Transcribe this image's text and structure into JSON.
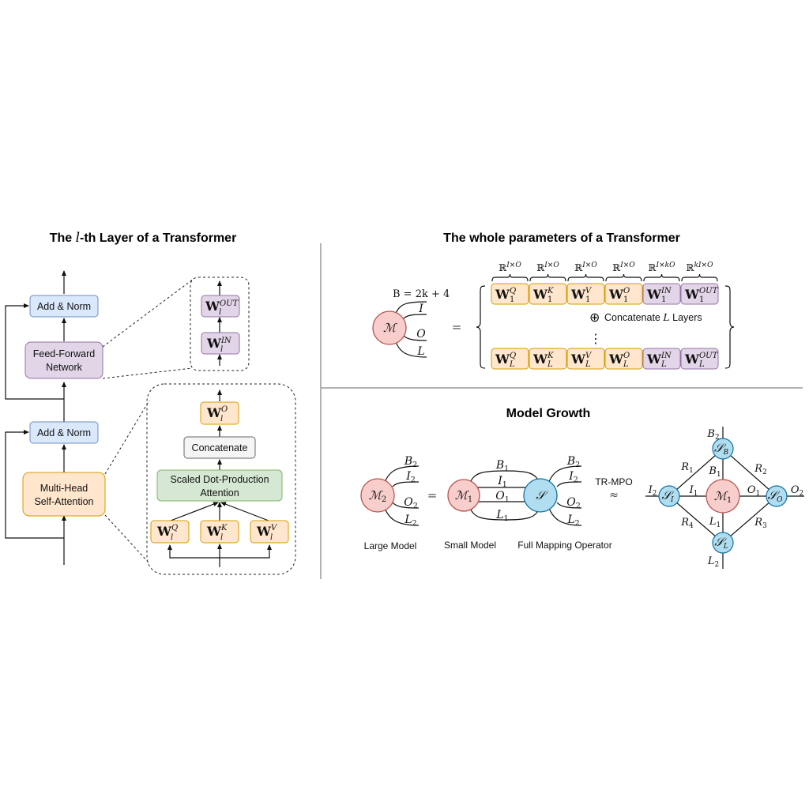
{
  "colors": {
    "blue_fill": "#dae8fc",
    "blue_stroke": "#6c8ebf",
    "purple_fill": "#e1d5e7",
    "purple_stroke": "#9673a6",
    "orange_fill": "#ffe6cc",
    "orange_stroke": "#d79b00",
    "green_fill": "#d5e8d4",
    "green_stroke": "#82b366",
    "gray_fill": "#f5f5f5",
    "gray_stroke": "#666666",
    "red_fill": "#f8cecc",
    "red_stroke": "#b85450",
    "cyan_fill": "#b1ddf0",
    "cyan_stroke": "#10739e",
    "divider": "#999999"
  },
  "left_panel": {
    "title_pre": "The ",
    "title_var": "l",
    "title_post": "-th Layer of a Transformer",
    "add_norm_top": "Add & Norm",
    "ffn_line1": "Feed-Forward",
    "ffn_line2": "Network",
    "add_norm_bottom": "Add & Norm",
    "mhsa_line1": "Multi-Head",
    "mhsa_line2": "Self-Attention",
    "ffn_zoom": {
      "w_out": {
        "base": "W",
        "sup": "OUT",
        "sub": "l"
      },
      "w_in": {
        "base": "W",
        "sup": "IN",
        "sub": "l"
      }
    },
    "attn_zoom": {
      "w_o": {
        "base": "W",
        "sup": "O",
        "sub": "l"
      },
      "concatenate": "Concatenate",
      "sdpa_line1": "Scaled Dot-Production",
      "sdpa_line2": "Attention",
      "w_q": {
        "base": "W",
        "sup": "Q",
        "sub": "l"
      },
      "w_k": {
        "base": "W",
        "sup": "K",
        "sub": "l"
      },
      "w_v": {
        "base": "W",
        "sup": "V",
        "sub": "l"
      }
    }
  },
  "right_top": {
    "title": "The whole parameters of a Transformer",
    "b_eq": "B = 2k + 4",
    "m_symbol": "ℳ",
    "m_legs": [
      "I",
      "O",
      "L"
    ],
    "equals": "=",
    "dims": [
      {
        "base": "ℝ",
        "sup": "I×O"
      },
      {
        "base": "ℝ",
        "sup": "I×O"
      },
      {
        "base": "ℝ",
        "sup": "I×O"
      },
      {
        "base": "ℝ",
        "sup": "I×O"
      },
      {
        "base": "ℝ",
        "sup": "I×kO"
      },
      {
        "base": "ℝ",
        "sup": "kI×O"
      }
    ],
    "row1": [
      {
        "base": "W",
        "sup": "Q",
        "sub": "1",
        "kind": "orange"
      },
      {
        "base": "W",
        "sup": "K",
        "sub": "1",
        "kind": "orange"
      },
      {
        "base": "W",
        "sup": "V",
        "sub": "1",
        "kind": "orange"
      },
      {
        "base": "W",
        "sup": "O",
        "sub": "1",
        "kind": "orange"
      },
      {
        "base": "W",
        "sup": "IN",
        "sub": "1",
        "kind": "purple"
      },
      {
        "base": "W",
        "sup": "OUT",
        "sub": "1",
        "kind": "purple"
      }
    ],
    "rowL": [
      {
        "base": "W",
        "sup": "Q",
        "sub": "L",
        "kind": "orange"
      },
      {
        "base": "W",
        "sup": "K",
        "sub": "L",
        "kind": "orange"
      },
      {
        "base": "W",
        "sup": "V",
        "sub": "L",
        "kind": "orange"
      },
      {
        "base": "W",
        "sup": "O",
        "sub": "L",
        "kind": "orange"
      },
      {
        "base": "W",
        "sup": "IN",
        "sub": "L",
        "kind": "purple"
      },
      {
        "base": "W",
        "sup": "OUT",
        "sub": "L",
        "kind": "purple"
      }
    ],
    "oplus": "⊕",
    "concat_pre": "Concatenate ",
    "concat_var": "L",
    "concat_post": " Layers",
    "vdots": "⋮"
  },
  "right_bottom": {
    "title": "Model Growth",
    "large_model": {
      "symbol": "ℳ",
      "sub": "2",
      "legs": [
        {
          "v": "B",
          "s": "2"
        },
        {
          "v": "I",
          "s": "2"
        },
        {
          "v": "O",
          "s": "2"
        },
        {
          "v": "L",
          "s": "2"
        }
      ]
    },
    "equals": "=",
    "small_model": {
      "symbol": "ℳ",
      "sub": "1"
    },
    "mid_legs": [
      {
        "v": "B",
        "s": "1"
      },
      {
        "v": "I",
        "s": "1"
      },
      {
        "v": "O",
        "s": "1"
      },
      {
        "v": "L",
        "s": "1"
      }
    ],
    "mapping": {
      "symbol": "𝒮",
      "legs": [
        {
          "v": "B",
          "s": "2"
        },
        {
          "v": "I",
          "s": "2"
        },
        {
          "v": "O",
          "s": "2"
        },
        {
          "v": "L",
          "s": "2"
        }
      ]
    },
    "caption_large": "Large Model",
    "caption_small": "Small Model",
    "caption_mapping": "Full Mapping Operator",
    "tr_mpo": "TR-MPO",
    "approx": "≈",
    "ring": {
      "center": {
        "symbol": "ℳ",
        "sub": "1"
      },
      "s_b": {
        "symbol": "𝒮",
        "sub": "B"
      },
      "s_i": {
        "symbol": "𝒮",
        "sub": "I"
      },
      "s_o": {
        "symbol": "𝒮",
        "sub": "O"
      },
      "s_l": {
        "symbol": "𝒮",
        "sub": "L"
      },
      "outer": [
        {
          "v": "B",
          "s": "2"
        },
        {
          "v": "I",
          "s": "2"
        },
        {
          "v": "O",
          "s": "2"
        },
        {
          "v": "L",
          "s": "2"
        }
      ],
      "inner": [
        {
          "v": "B",
          "s": "1"
        },
        {
          "v": "I",
          "s": "1"
        },
        {
          "v": "O",
          "s": "1"
        },
        {
          "v": "L",
          "s": "1"
        }
      ],
      "ranks": [
        {
          "v": "R",
          "s": "1"
        },
        {
          "v": "R",
          "s": "2"
        },
        {
          "v": "R",
          "s": "3"
        },
        {
          "v": "R",
          "s": "4"
        }
      ]
    }
  }
}
